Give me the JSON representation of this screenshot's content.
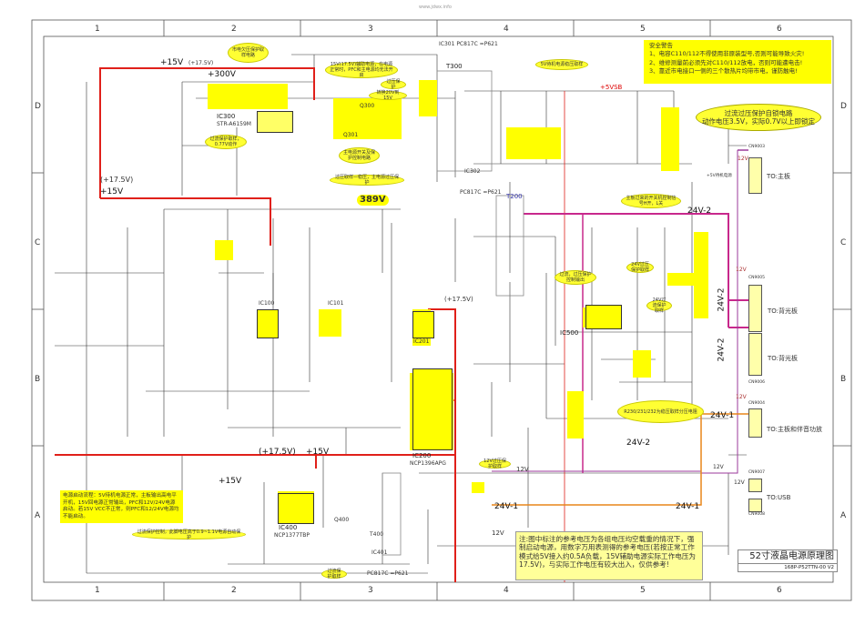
{
  "watermark": "www.jdwx.info",
  "grid": {
    "columns": [
      "1",
      "2",
      "3",
      "4",
      "5",
      "6"
    ],
    "rows": [
      "D",
      "C",
      "B",
      "A"
    ]
  },
  "title_block": {
    "title": "52寸液晶电源原理图",
    "model": "168P-P52TTN-00  V2"
  },
  "safety_warning": {
    "heading": "安全警告",
    "lines": [
      "1、电容C110/112不得使用非原装型号,否则可能导致火灾!",
      "2、维修测量前必须先对C110/112放电，否则可能遭电击!",
      "3、靠近市电接口一侧的三个散热片均带市电，谨防触电!"
    ]
  },
  "protection_callout": {
    "line1": "过流过压保护自锁电路",
    "line2": "动作电压3.5V，实际0.7V以上即锁定"
  },
  "note": "注:图中标注的参考电压为各组电压均空载重的情况下，强制启动电源，用数字万用表测得的参考电压(若按正常工作模式给5V接入约0.5A负载，15V辅助电源实际工作电压为17.5V)，与实际工作电压有较大出入，仅供参考!",
  "startup_flow": "电源启动流程：5V待机电源正常，主板输出高电平开机，15V回电源正常输出，PFC和12V/24V电源启动。若15V VCC不正常，则PFC和12/24V电源均不能启动。",
  "voltages": {
    "v15_top": "+15V",
    "v17_5_top": "(+17.5V)",
    "v300": "+300V",
    "v17_5_left": "(+17.5V)",
    "v15_left": "+15V",
    "v389": "389V",
    "v5vsb": "+5VSB",
    "v17_5_bottom": "(+17.5V)",
    "v15_bottom": "+15V",
    "v15_mid": "+15V",
    "v24_2_a": "24V-2",
    "v24_2_b": "24V-2",
    "v24_2_c": "24V-2",
    "v24_2_d": "24V-2",
    "v24_1_a": "24V-1",
    "v24_1_b": "24V-1",
    "v24_1_c": "24V-1",
    "v12_a": "12V",
    "v12_b": "12V",
    "v12_c": "12V",
    "v12_d": "12V",
    "v12_e": "12V",
    "v12_f": "12V",
    "v12_g": "12V",
    "v17_5_mid": "(+17.5V)"
  },
  "components": {
    "ic300": "IC300",
    "ic300_part": "STR-A6159M",
    "ic301": "IC301  PC817C =P621",
    "t300": "T300",
    "ic302": "IC302",
    "ic302_part": "PC817C =P621",
    "t200": "T200",
    "ic200": "IC200",
    "ic200_part": "NCP1396APG",
    "ic201": "IC201",
    "ic500": "IC500",
    "ic400": "IC400",
    "ic400_part": "NCP1377TBP",
    "t400": "T400",
    "ic401": "IC401",
    "ic401_part": "PC817C =P621",
    "ic100": "IC100",
    "ic101": "IC101",
    "q400": "Q400",
    "q300": "Q300",
    "q301": "Q301"
  },
  "connectors": [
    {
      "id": "CN9003",
      "dest": "TO:主板",
      "signal": "+5V待机电源"
    },
    {
      "id": "CN9005",
      "dest": "TO:背光板"
    },
    {
      "id": "CN9006",
      "dest": "TO:背光板"
    },
    {
      "id": "CN9004",
      "dest": "TO:主板和伴音功放"
    },
    {
      "id": "CN9007",
      "dest": "TO:USB"
    },
    {
      "id": "CN9008",
      "dest": ""
    }
  ],
  "callouts": {
    "c1": "市电欠压保护取样电路",
    "c2": "15V(17.5V)辅助电源，在电源正常时，PFC和主电源均无法开启",
    "c3": "过压保护",
    "c4": "转换20V到15V",
    "c5": "5V待机电源稳压取样",
    "c6": "过流保护取样，0.77V动作",
    "c7": "主电源开关及保护控制电路",
    "c8": "过压取样—稳压，主电源过压保护",
    "c9": "主板过来的开关机控制信号H开，L关",
    "c10": "过流，过压保护控制输出",
    "c11": "24V过压保护取样",
    "c12": "24V过流保护取样",
    "c13": "R230/231/232为稳压取样分压电阻",
    "c14": "12V过压保护取样",
    "c15": "过流保护控制，此脚电压高于0.9~1.1V电源自动保护",
    "c16": "过流保护取样"
  },
  "colors": {
    "main_rail": "#e0201a",
    "rail_24v2": "#c8288c",
    "rail_24v1": "#e8861a",
    "rail_12v": "#9b3a9b",
    "highlight": "#ffff00",
    "wire": "#333333"
  }
}
